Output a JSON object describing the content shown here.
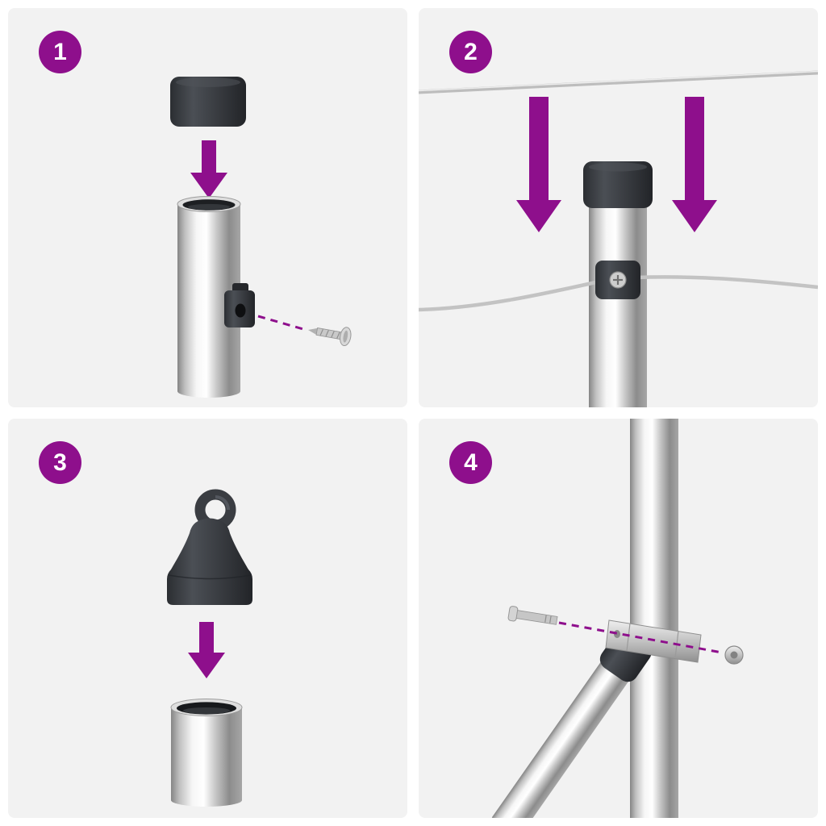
{
  "document": {
    "kind": "assembly-instruction-sheet",
    "panel_count": 4
  },
  "colors": {
    "accent_purple": "#8e0f8c",
    "panel_background": "#f2f2f2",
    "page_background": "#ffffff",
    "cap_dark": "#34373c",
    "metal_silver": "#c9c9c9"
  },
  "steps": [
    {
      "number": "1",
      "graphic": "post-cap-above-steel-post-with-wire-clip-and-screw"
    },
    {
      "number": "2",
      "graphic": "wires-lowered-onto-capped-post-and-fixed-in-clip"
    },
    {
      "number": "3",
      "graphic": "eyelet-cap-lowered-onto-steel-post"
    },
    {
      "number": "4",
      "graphic": "diagonal-brace-clamp-with-bolt-and-nut-on-post"
    }
  ]
}
